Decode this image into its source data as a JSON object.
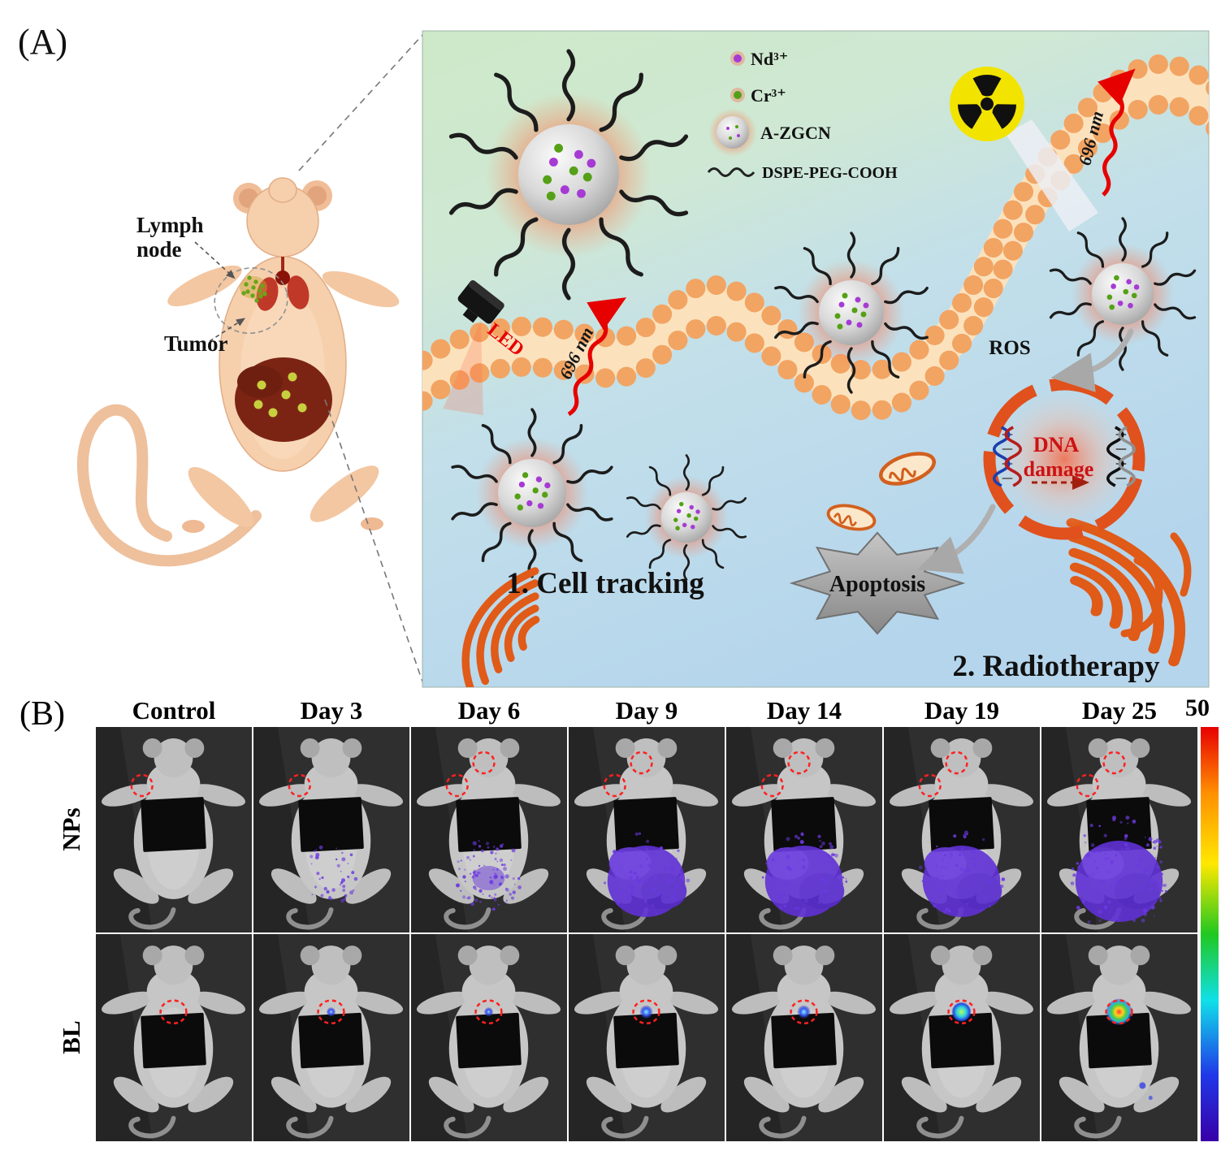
{
  "figure": {
    "panel_a": {
      "label": "(A)",
      "anatomy": {
        "lymph_line1": "Lymph",
        "lymph_line2": "node",
        "tumor": "Tumor"
      },
      "legend": {
        "nd": "Nd³⁺",
        "cr": "Cr³⁺",
        "np": "A-ZGCN",
        "polymer": "DSPE-PEG-COOH"
      },
      "led": "LED",
      "nm_left": "696 nm",
      "nm_right": "696 nm",
      "ros": "ROS",
      "dna1": "DNA",
      "dna2": "damage",
      "apoptosis": "Apoptosis",
      "step1": "1. Cell tracking",
      "step2": "2. Radiotherapy"
    },
    "panel_b": {
      "label": "(B)",
      "columns": [
        "Control",
        "Day 3",
        "Day 6",
        "Day 9",
        "Day 14",
        "Day 19",
        "Day 25"
      ],
      "rows": [
        {
          "label": "NPs",
          "signal_levels": [
            0,
            1,
            2,
            3,
            3,
            3,
            4
          ]
        },
        {
          "label": "BL",
          "signal_levels": [
            0,
            1,
            1,
            2,
            2,
            3,
            4
          ]
        }
      ],
      "colorbar": {
        "top_label": "50",
        "colors": [
          "#e80000",
          "#ff9000",
          "#ffe800",
          "#20c820",
          "#10e0e8",
          "#2038e8",
          "#3800a8"
        ]
      }
    },
    "colors": {
      "membrane_bead": "#f2a463",
      "np_glow": "#ff4f2a",
      "nd_dot": "#a63bd4",
      "cr_dot": "#55a016",
      "organelle_orange": "#e05a18",
      "signal_purple": "#6535db",
      "bg_green": "#cde9c8",
      "bg_blue": "#b5d5ec"
    }
  }
}
